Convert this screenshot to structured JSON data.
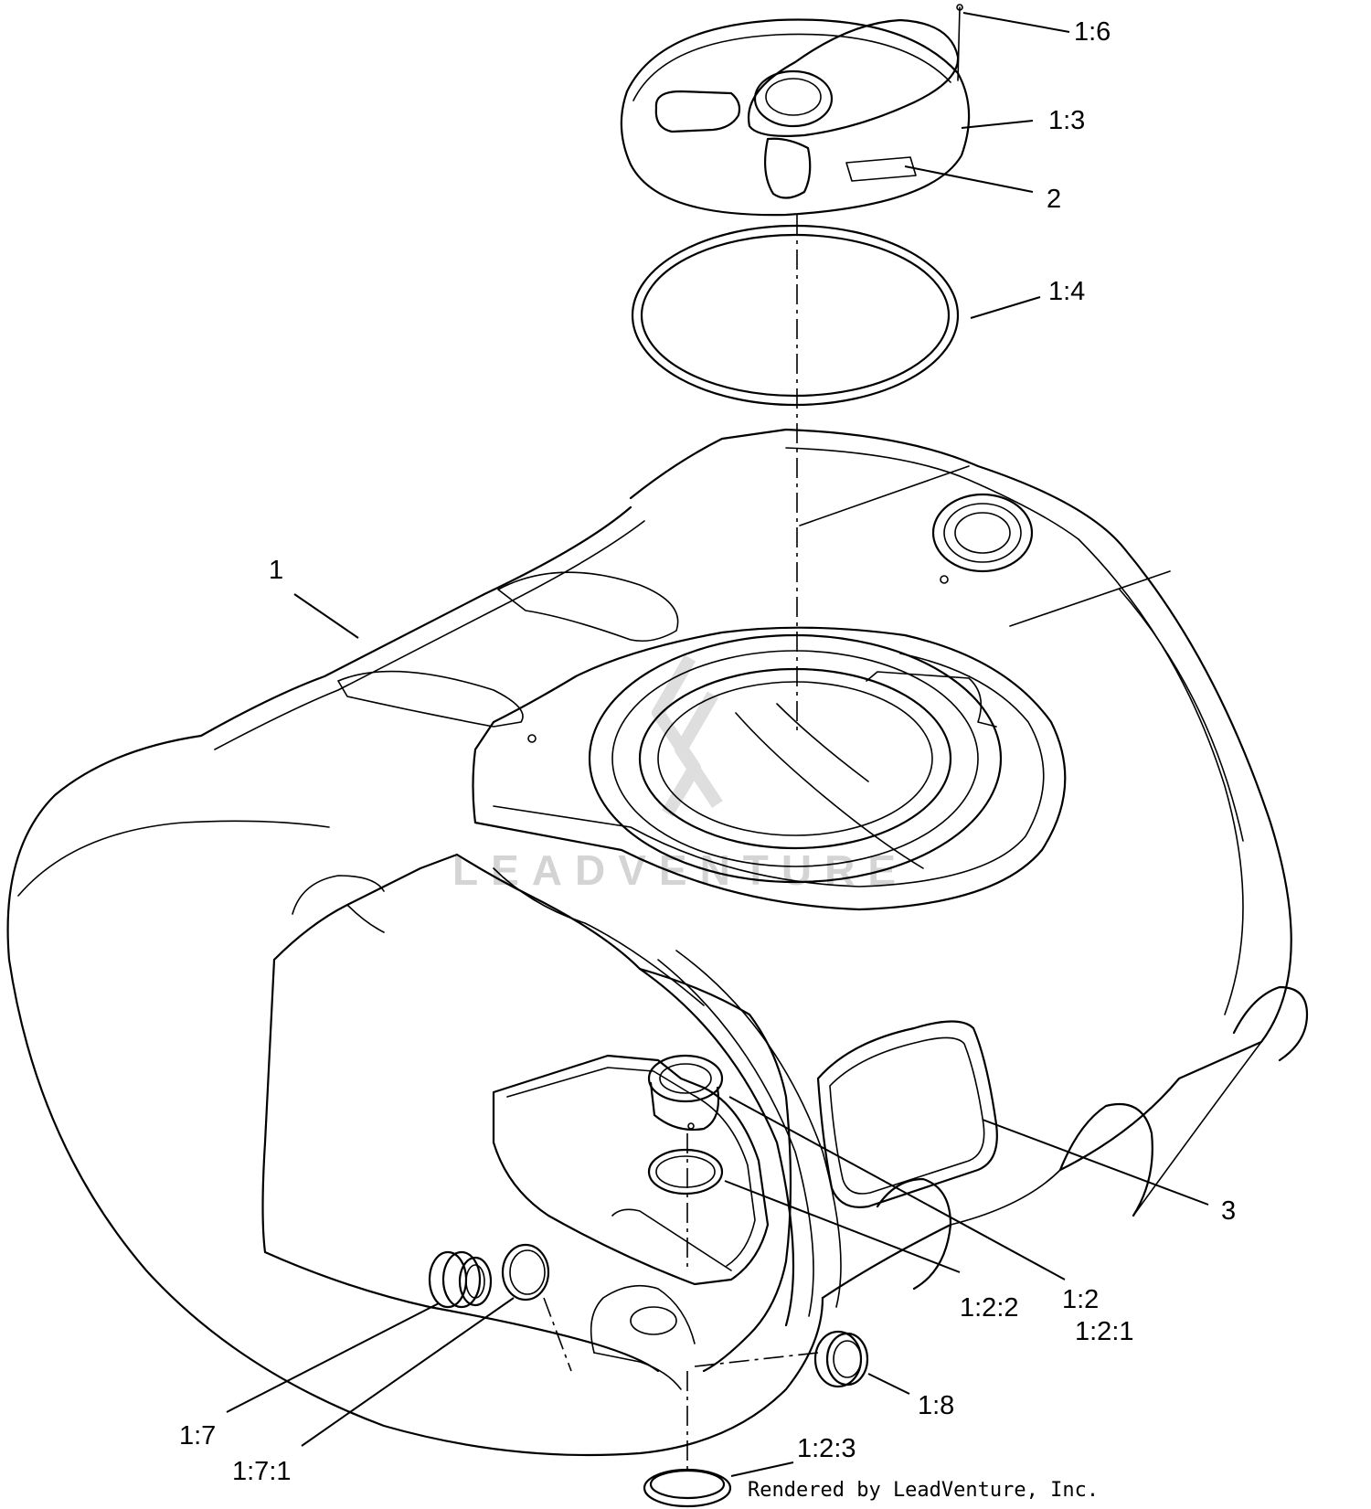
{
  "diagram": {
    "watermark": "LEADVENTURE",
    "credit": "Rendered by LeadVenture, Inc.",
    "callouts": {
      "c_1_6": "1:6",
      "c_1_3": "1:3",
      "c_2": "2",
      "c_1_4": "1:4",
      "c_1": "1",
      "c_3": "3",
      "c_1_2": "1:2",
      "c_1_2_1": "1:2:1",
      "c_1_2_2": "1:2:2",
      "c_1_8": "1:8",
      "c_1_7": "1:7",
      "c_1_7_1": "1:7:1",
      "c_1_2_3": "1:2:3"
    }
  }
}
